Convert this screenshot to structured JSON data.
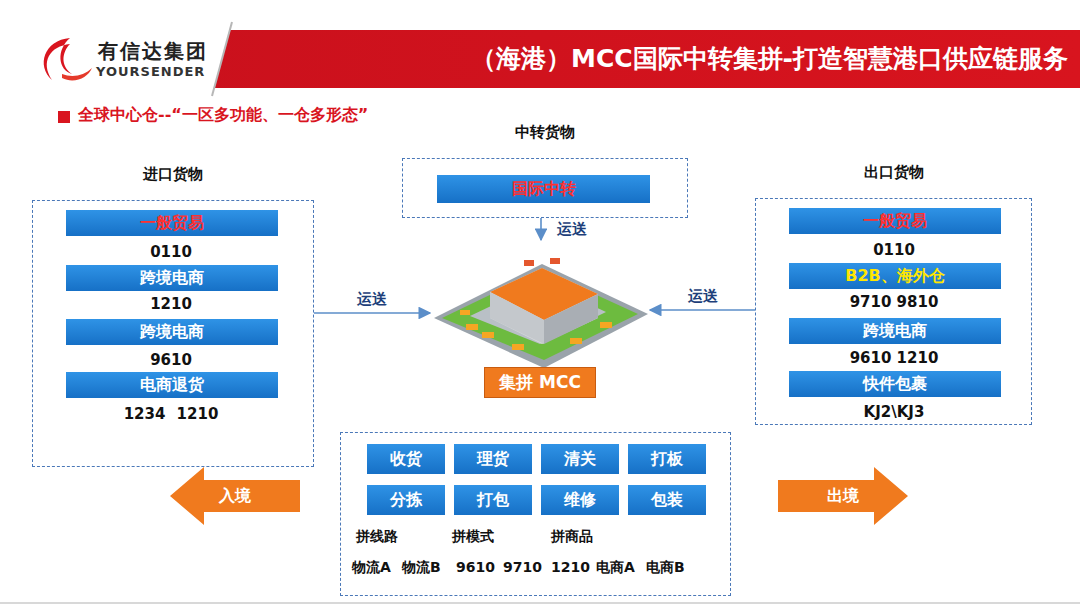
{
  "diagram": {
    "title": "（海港）MCC国际中转集拼-打造智慧港口供应链服务",
    "nodes": [
      {
        "text": [
          "进口货物"
        ]
      },
      {
        "text": [
          "一般贸易"
        ],
        "in": 0
      },
      {
        "text": [
          "跨境电商"
        ],
        "in": 0
      },
      {
        "text": [
          "跨境电商"
        ],
        "in": 0
      },
      {
        "text": [
          "电商退货"
        ],
        "in": 0
      },
      {
        "text": [
          "中转货物"
        ]
      },
      {
        "text": [
          "国际中转"
        ],
        "in": 5
      },
      {
        "text": [
          "集拼 MCC"
        ]
      },
      {
        "text": [
          "出口货物"
        ]
      },
      {
        "text": [
          "一般贸易"
        ],
        "in": 8
      },
      {
        "text": [
          "B2B、海外仓"
        ],
        "in": 8
      },
      {
        "text": [
          "跨境电商"
        ],
        "in": 8
      },
      {
        "text": [
          "快件包裹"
        ],
        "in": 8
      },
      {
        "text": [
          "拼线路",
          "拼模式",
          "拼商品"
        ]
      },
      {
        "text": [
          "收货"
        ],
        "in": 13
      },
      {
        "text": [
          "理货"
        ],
        "in": 13
      },
      {
        "text": [
          "清关"
        ],
        "in": 13
      },
      {
        "text": [
          "打板"
        ],
        "in": 13
      },
      {
        "text": [
          "分拣"
        ],
        "in": 13
      },
      {
        "text": [
          "打包"
        ],
        "in": 13
      },
      {
        "text": [
          "维修"
        ],
        "in": 13
      },
      {
        "text": [
          "包装"
        ],
        "in": 13
      },
      {
        "text": [
          "入境"
        ]
      },
      {
        "text": [
          "出境"
        ]
      }
    ],
    "edges": [
      {
        "from": 0,
        "to": 7,
        "label": "运送",
        "arrow": "to"
      },
      {
        "from": 5,
        "to": 7,
        "label": "运送",
        "arrow": "to"
      },
      {
        "from": 8,
        "to": 7,
        "label": "运送",
        "arrow": "to"
      }
    ],
    "labels": [
      "有信达集团",
      "YOURSENDER",
      "全球中心仓--“一区多功能、一仓多形态”",
      "0110",
      "1210",
      "9610",
      "1234 1210",
      "0110",
      "9710 9810",
      "9610 1210",
      "KJ2\\KJ3",
      "物流A",
      "物流B",
      "9610",
      "9710",
      "1210",
      "电商A",
      "电商B"
    ]
  }
}
